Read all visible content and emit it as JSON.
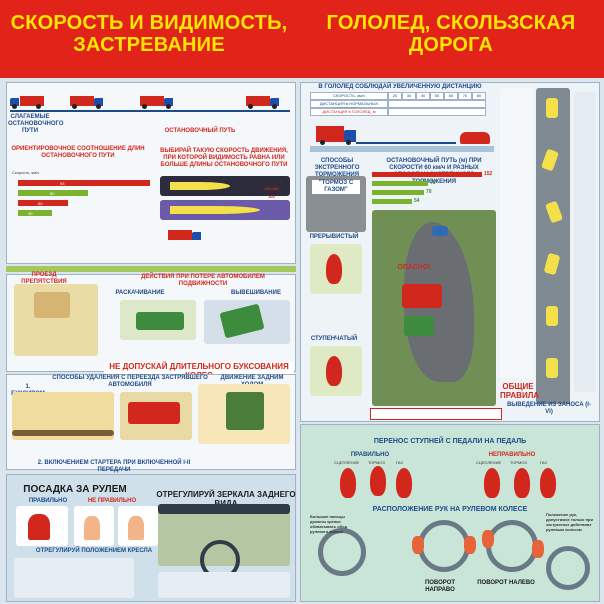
{
  "banner": {
    "left_title": "СКОРОСТЬ И ВИДИМОСТЬ, ЗАСТРЕВАНИЕ",
    "right_title": "ГОЛОЛЕД, СКОЛЬЗСКАЯ ДОРОГА"
  },
  "left": {
    "stopping_path": "СЛАГАЕМЫЕ ОСТАНОВОЧНОГО ПУТИ",
    "stopping_total": "ОСТАНОВОЧНЫЙ ПУТЬ",
    "ratio_title": "ОРИЕНТИРОВОЧНОЕ СООТНОШЕНИЕ ДЛИН ОСТАНОВОЧНОГО ПУТИ",
    "speed_choose_title": "ВЫБИРАЙ ТАКУЮ СКОРОСТЬ ДВИЖЕНИЯ, ПРИ КОТОРОЙ ВИДИМОСТЬ РАВНА ИЛИ БОЛЬШЕ ДЛИНЫ ОСТАНОВОЧНОГО ПУТИ",
    "speed_label": "Скорость, км/ч",
    "bar_values": [
      "93",
      "80",
      "60",
      "40"
    ],
    "range_values": [
      "130-180",
      "100"
    ],
    "skid_title": "ПРОЕЗД ПРЕПЯТСТВИЯ",
    "tow_title": "ДЕЙСТВИЯ ПРИ ПОТЕРЕ АВТОМОБИЛЕМ ПОДВИЖНОСТИ",
    "swing_label": "РАСКАЧИВАНИЕ",
    "hang_label": "ВЫВЕШИВАНИЕ",
    "no_tow": "НЕ ДОПУСКАЙ ДЛИТЕЛЬНОГО БУКСОВАНИЯ КОЛЕС",
    "rail_title": "СПОСОБЫ УДАЛЕНИЯ С ПЕРЕЕЗДА ЗАСТРЯВШЕГО АВТОМОБИЛЯ",
    "rail_1": "1. БУКСИРОМ",
    "rail_2": "2. ВКЛЮЧЕНИЕМ СТАРТЕРА ПРИ ВКЛЮЧЕННОЙ I-II ПЕРЕДАЧИ",
    "rail_3": "ДВИЖЕНИЕ ЗАДНИМ ХОДОМ",
    "seat_title": "ПОСАДКА ЗА РУЛЕМ",
    "seat_right": "ПРАВИЛЬНО",
    "seat_wrong": "НЕ ПРАВИЛЬНО",
    "seat_adjust": "ОТРЕГУЛИРУЙ ПОЛОЖЕНИЕМ КРЕСЛА",
    "mirror_title": "ОТРЕГУЛИРУЙ ЗЕРКАЛА ЗАДНЕГО ВИДА"
  },
  "right": {
    "distance_title": "В ГОЛОЛЕД СОБЛЮДАЙ УВЕЛИЧЕННУЮ ДИСТАНЦИЮ",
    "table_header": "СКОРОСТЬ, км/ч",
    "table_speeds": [
      "20",
      "30",
      "40",
      "50",
      "60",
      "70",
      "80"
    ],
    "row_normal": "ДИСТАНЦИЯ в НОРМАЛЬНЫХ УСЛОВИЯХ, м",
    "row_ice": "ДИСТАНЦИЯ в ГОЛОЛЕД, м",
    "brake_methods": "СПОСОБЫ ЭКСТРЕННОГО ТОРМОЖЕНИЯ",
    "brake_gas": "\"ТОРМОЗ С ГАЗОМ\"",
    "stop_path_title": "ОСТАНОВОЧНЫЙ ПУТЬ (м) ПРИ СКОРОСТИ 60 км/ч И РАЗНЫХ СПОСОБАХ ЭКСТРЕННОГО ТОРМОЖЕНИЯ",
    "stop_values": [
      "152",
      "78",
      "70",
      "54"
    ],
    "pulse": "ПРЕРЫВИСТЫЙ",
    "step": "СТУПЕНЧАТЫЙ",
    "danger": "ОПАСНО!",
    "skid_exit": "ВЫВЕДЕНИЕ ИЗ ЗАНОСА (I-VI)",
    "general_rules": "ОБЩИЕ ПРАВИЛА",
    "pedal_title": "ПЕРЕНОС СТУПНЕЙ С ПЕДАЛИ НА ПЕДАЛЬ",
    "pedal_right": "ПРАВИЛЬНО",
    "pedal_wrong": "НЕПРАВИЛЬНО",
    "pedal_labels": [
      "СЦЕПЛЕНИЕ",
      "ТОРМОЗ",
      "ГАЗ"
    ],
    "hands_title": "РАСПОЛОЖЕНИЕ РУК НА РУЛЕВОМ КОЛЕСЕ",
    "hands_note": "Большие пальцы должны крепко обхватывать обод рулевого колеса",
    "turn_right": "ПОВОРОТ НАПРАВО",
    "turn_left": "ПОВОРОТ НАЛЕВО",
    "hands_pos": "Положение рук, допустимое только при экстренных действиях рулевым колесом"
  }
}
